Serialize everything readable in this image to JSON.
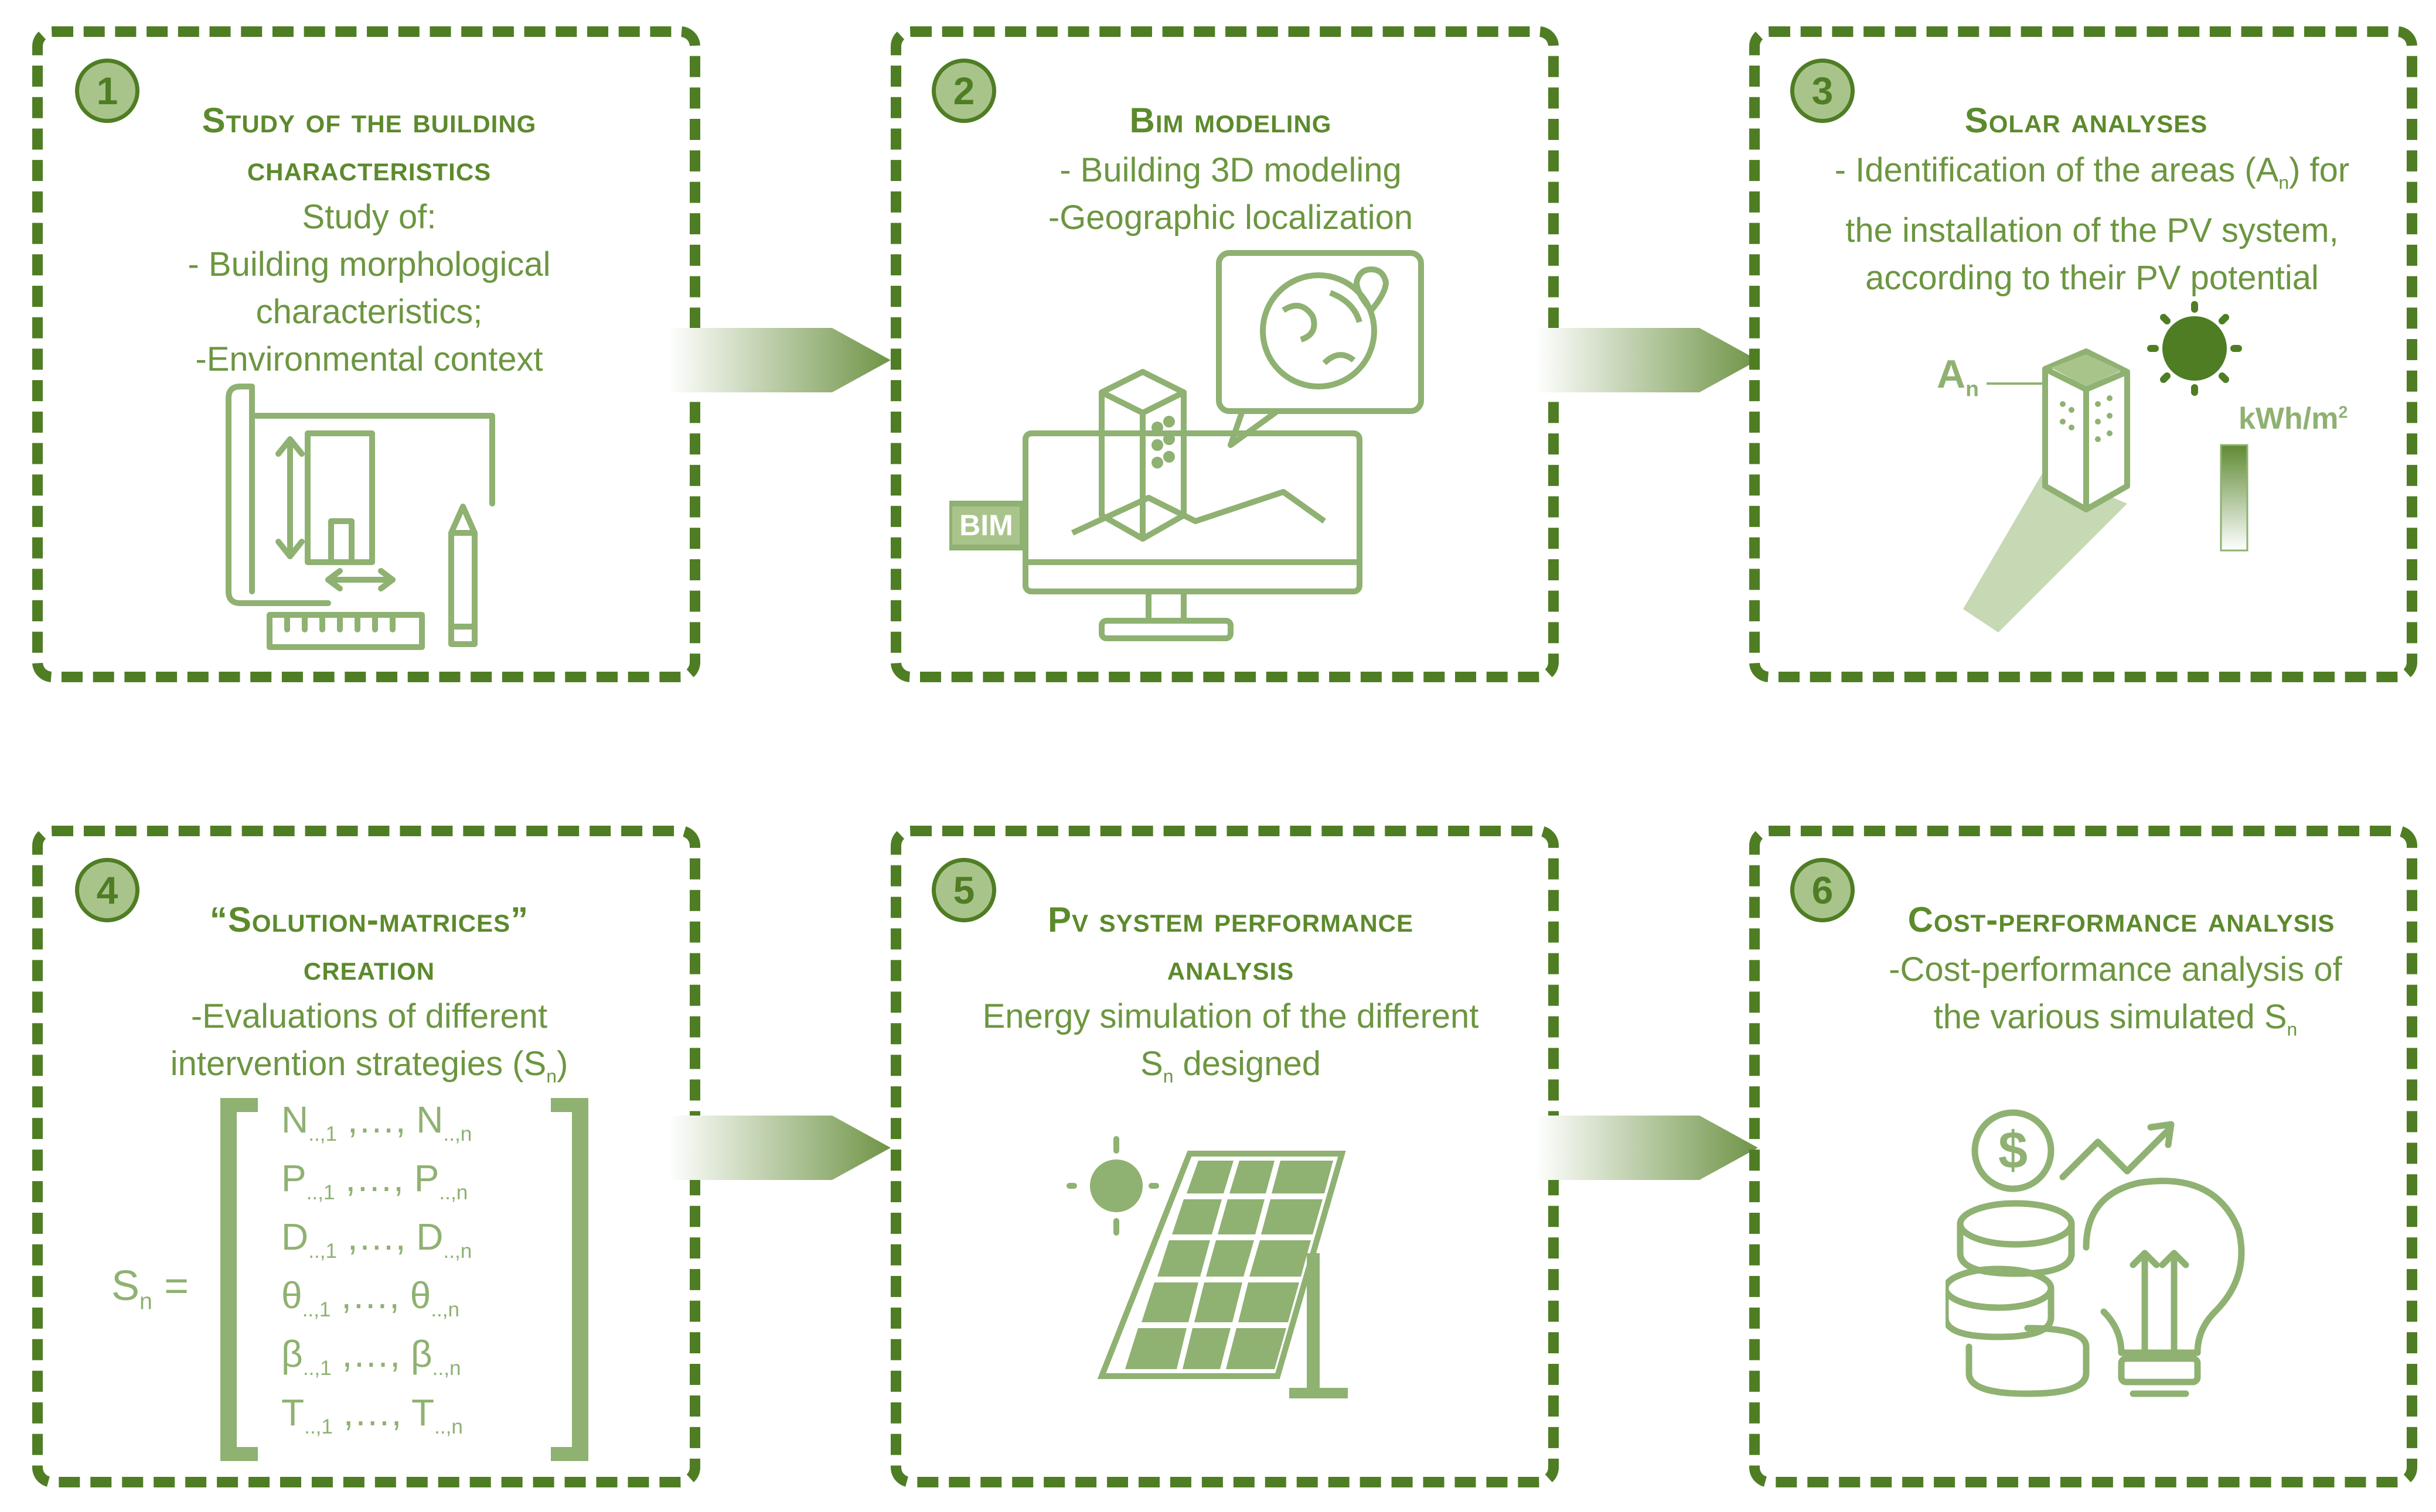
{
  "steps": [
    {
      "number": "1",
      "title_lines": [
        "Study of the building",
        "characteristics"
      ],
      "body_lines": [
        "Study of:",
        "- Building morphological",
        "characteristics;",
        "-Environmental context"
      ],
      "icon": "blueprint-icon"
    },
    {
      "number": "2",
      "title_lines": [
        "Bim modeling"
      ],
      "body_lines": [
        "- Building 3D modeling",
        "-Geographic localization"
      ],
      "icon": "bim-monitor-icon",
      "badge": "BIM"
    },
    {
      "number": "3",
      "title_lines": [
        "Solar analyses"
      ],
      "body_lines": [
        "- Identification of the areas (A",
        ") for",
        "the installation of the PV system,",
        "according to their PV potential"
      ],
      "icon": "solar-building-icon",
      "area_label": "A",
      "area_sub": "n",
      "unit_label": "kWh/m",
      "unit_sup": "2"
    },
    {
      "number": "4",
      "title_lines": [
        "“Solution-matrices”",
        "creation"
      ],
      "body_lines": [
        "-Evaluations of different",
        "intervention strategies (S",
        ")"
      ],
      "icon": "matrix-icon",
      "matrix": {
        "lhs": "S",
        "lhs_sub": "n",
        "equals": "=",
        "rows": [
          {
            "sym": "N",
            "first_sub": "..,1",
            "sep": ",…,",
            "last_sub": "..,n"
          },
          {
            "sym": "P",
            "first_sub": "..,1",
            "sep": ",…,",
            "last_sub": "..,n"
          },
          {
            "sym": "D",
            "first_sub": "..,1",
            "sep": ",…,",
            "last_sub": "..,n"
          },
          {
            "sym": "θ",
            "first_sub": "..,1",
            "sep": ",…,",
            "last_sub": "..,n"
          },
          {
            "sym": "β",
            "first_sub": "..,1",
            "sep": ",…,",
            "last_sub": "..,n"
          },
          {
            "sym": "T",
            "first_sub": "..,1",
            "sep": ",…,",
            "last_sub": "..,n"
          }
        ]
      }
    },
    {
      "number": "5",
      "title_lines": [
        "Pv system performance",
        "analysis"
      ],
      "body_lines": [
        "Energy simulation of the different",
        "S",
        " designed"
      ],
      "icon": "solar-panel-icon"
    },
    {
      "number": "6",
      "title_lines": [
        "Cost-performance analysis"
      ],
      "body_lines": [
        "-Cost-performance analysis of",
        "the various simulated S"
      ],
      "icon": "coins-lightbulb-icon"
    }
  ],
  "subscript_n": "n",
  "colors": {
    "border": "#4f7d24",
    "text": "#5f8a33",
    "circle_fill": "#a9c48b",
    "icon": "#8fb172"
  }
}
